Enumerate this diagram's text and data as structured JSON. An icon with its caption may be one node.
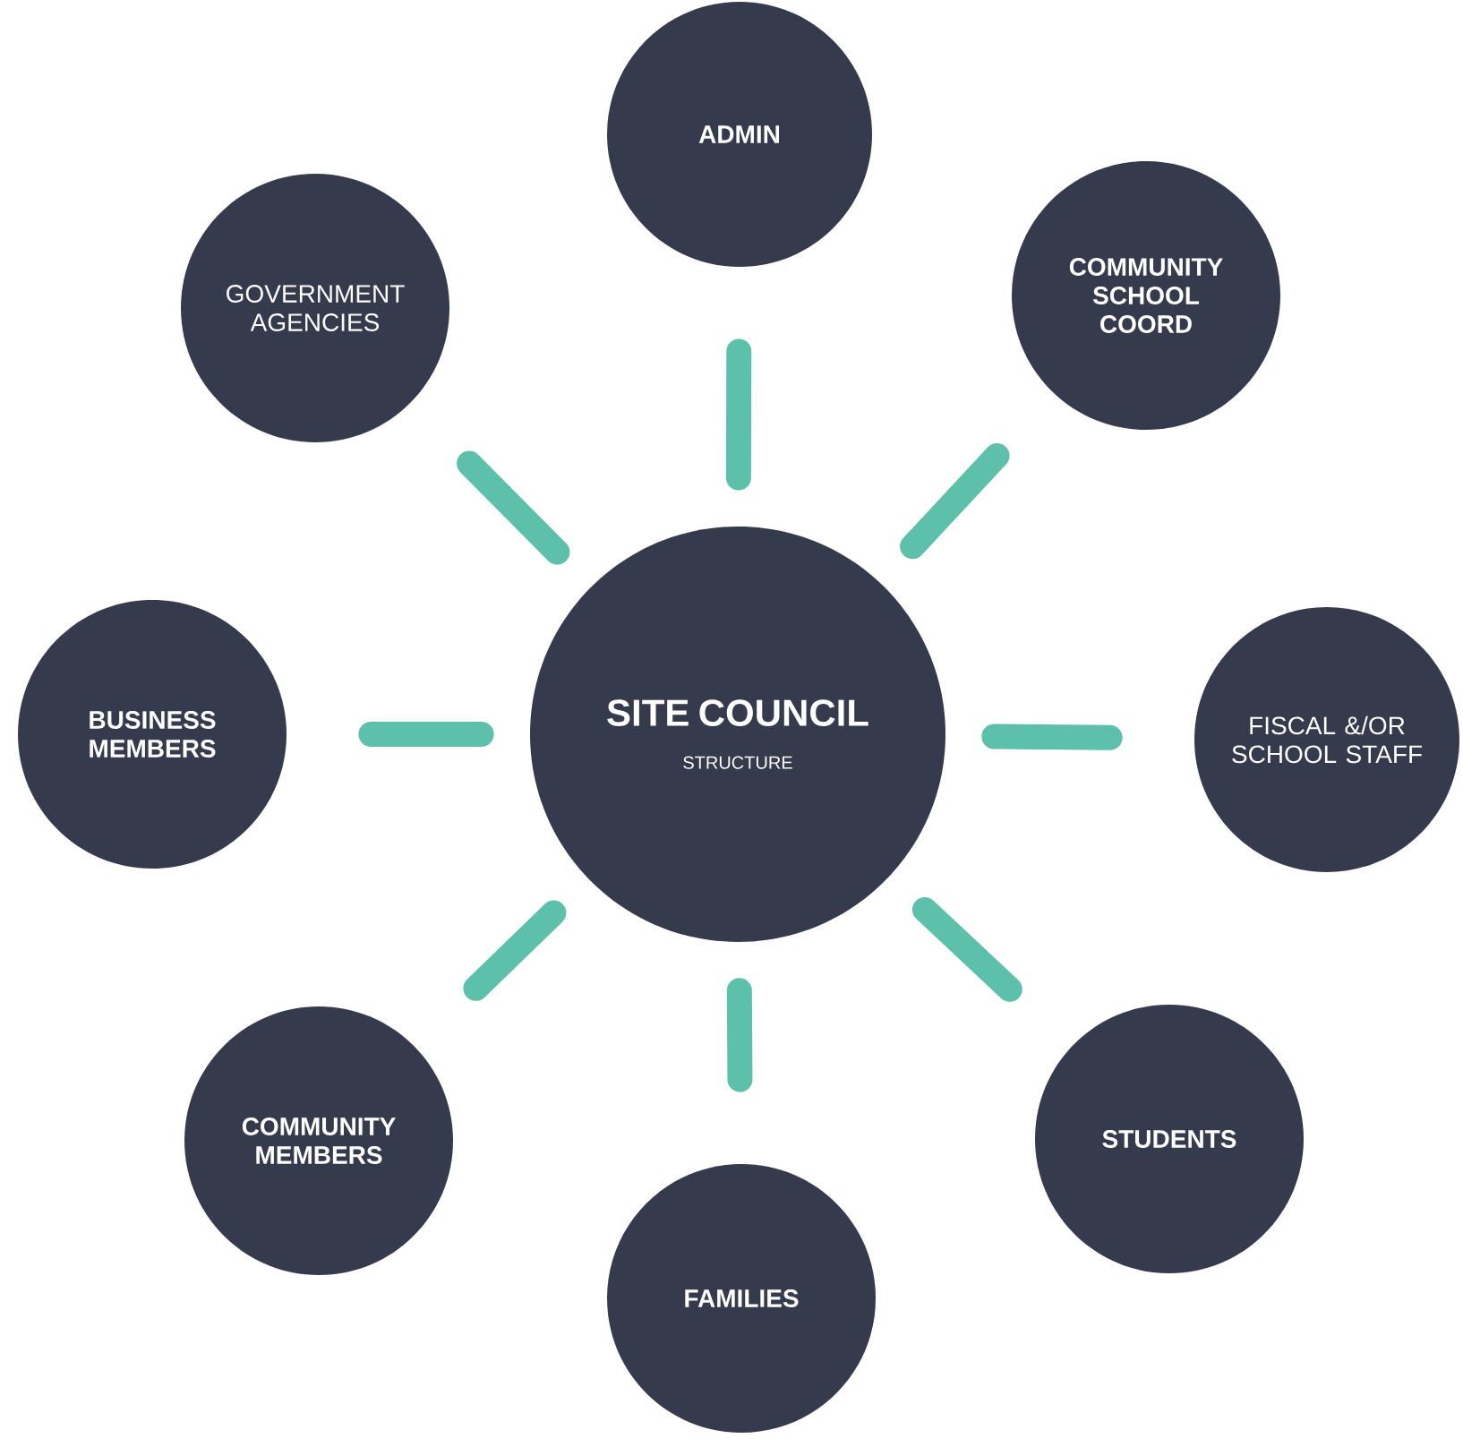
{
  "diagram": {
    "nodes": [
      {
        "text": [
          "SITE COUNCIL",
          "STRUCTURE"
        ]
      },
      {
        "text": [
          "ADMIN"
        ]
      },
      {
        "text": [
          "GOVERNMENT AGENCIES"
        ]
      },
      {
        "text": [
          "COMMUNITY SCHOOL COORD"
        ]
      },
      {
        "text": [
          "BUSINESS MEMBERS"
        ]
      },
      {
        "text": [
          "FISCAL &/OR SCHOOL STAFF"
        ]
      },
      {
        "text": [
          "COMMUNITY MEMBERS"
        ]
      },
      {
        "text": [
          "STUDENTS"
        ]
      },
      {
        "text": [
          "FAMILIES"
        ]
      }
    ],
    "edges": [
      {
        "from": 0,
        "to": 1,
        "arrow": "none"
      },
      {
        "from": 0,
        "to": 2,
        "arrow": "none"
      },
      {
        "from": 0,
        "to": 3,
        "arrow": "none"
      },
      {
        "from": 0,
        "to": 4,
        "arrow": "none"
      },
      {
        "from": 0,
        "to": 5,
        "arrow": "none"
      },
      {
        "from": 0,
        "to": 6,
        "arrow": "none"
      },
      {
        "from": 0,
        "to": 7,
        "arrow": "none"
      },
      {
        "from": 0,
        "to": 8,
        "arrow": "none"
      }
    ]
  }
}
